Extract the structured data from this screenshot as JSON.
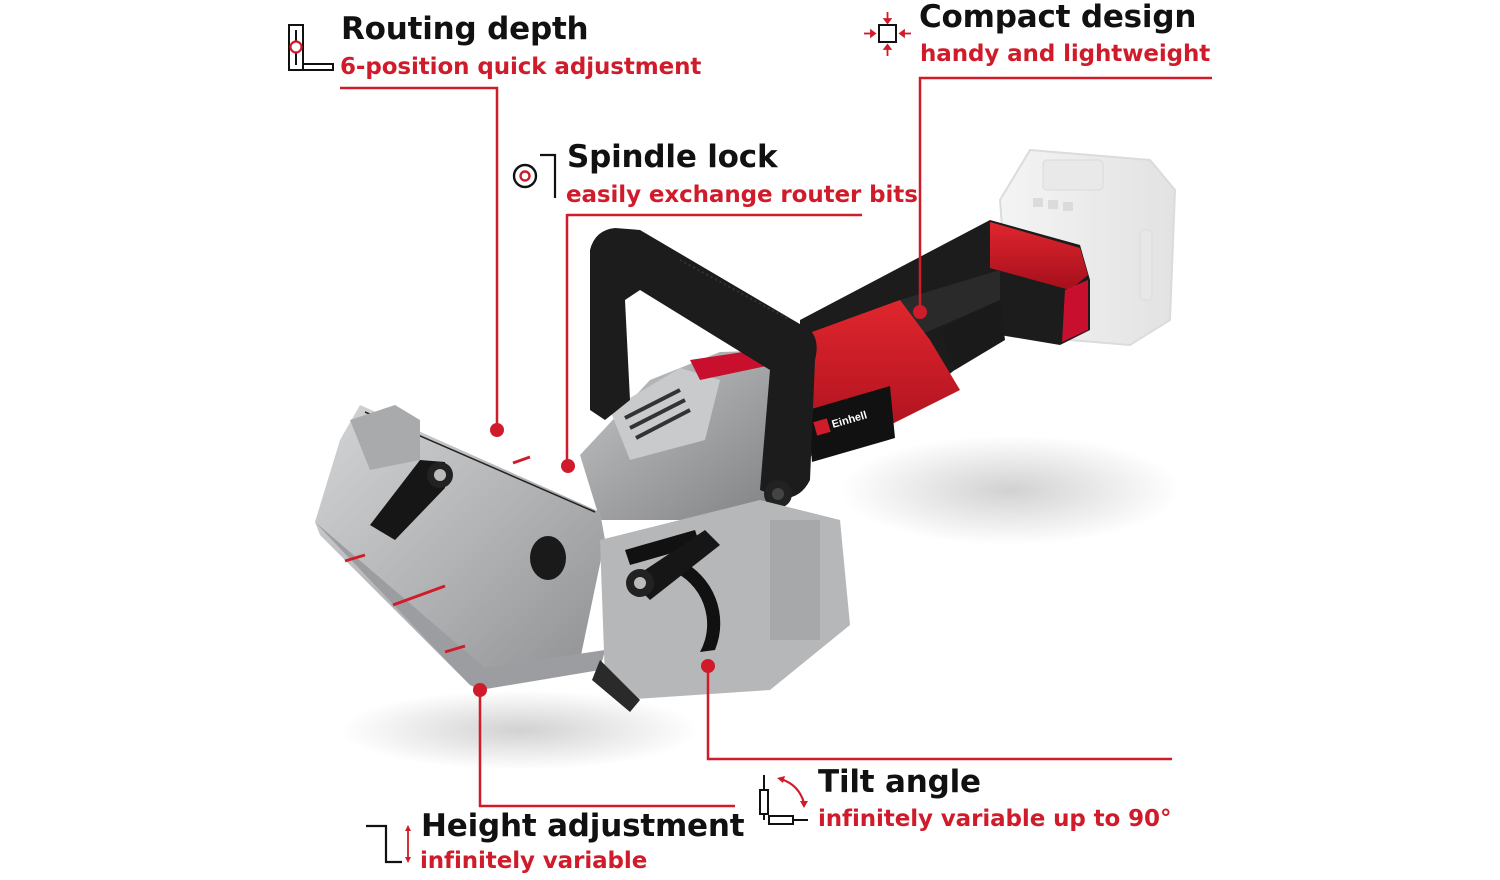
{
  "colors": {
    "accent": "#d01c2a",
    "title": "#111111",
    "tool_red": "#c8102e",
    "tool_black": "#1a1a1a",
    "aluminium": "#b8b9bb",
    "battery": "#e6e6e6"
  },
  "product": {
    "brand_label": "Einhell",
    "type": "cordless biscuit joiner"
  },
  "callouts": [
    {
      "id": "routing-depth",
      "icon": "routing-depth-icon",
      "title": "Routing depth",
      "subtitle": "6-position quick adjustment"
    },
    {
      "id": "compact-design",
      "icon": "compact-design-icon",
      "title": "Compact design",
      "subtitle": "handy and lightweight"
    },
    {
      "id": "spindle-lock",
      "icon": "spindle-lock-icon",
      "title": "Spindle lock",
      "subtitle": "easily exchange router bits"
    },
    {
      "id": "tilt-angle",
      "icon": "tilt-angle-icon",
      "title": "Tilt angle",
      "subtitle": "infinitely variable up to 90°"
    },
    {
      "id": "height-adjustment",
      "icon": "height-adjustment-icon",
      "title": "Height adjustment",
      "subtitle": "infinitely variable"
    }
  ]
}
